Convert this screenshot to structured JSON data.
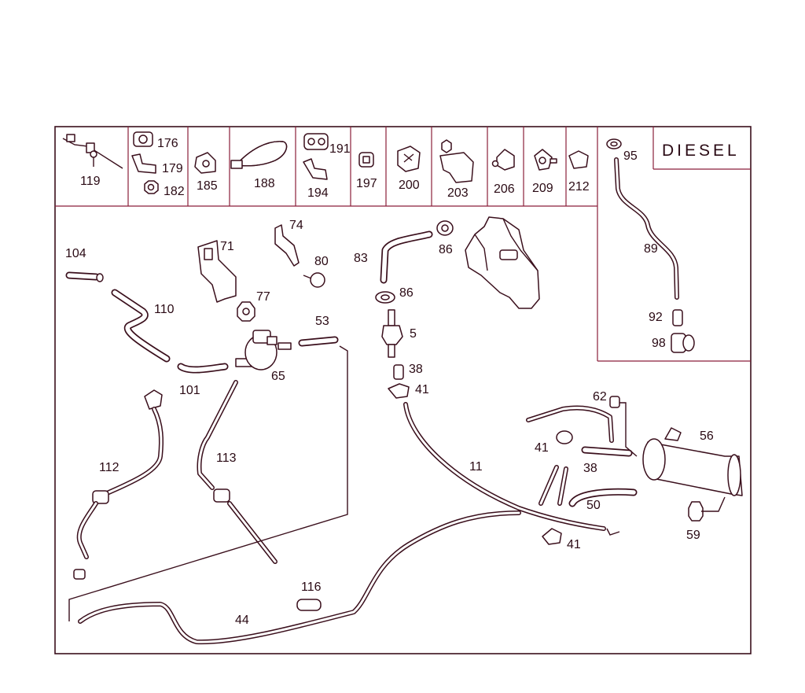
{
  "diagram": {
    "title": "DIESEL",
    "parts": {
      "p119": "119",
      "p176": "176",
      "p179": "179",
      "p182": "182",
      "p185": "185",
      "p188": "188",
      "p191": "191",
      "p194": "194",
      "p197": "197",
      "p200": "200",
      "p203": "203",
      "p206": "206",
      "p209": "209",
      "p212": "212",
      "p95": "95",
      "p89": "89",
      "p92": "92",
      "p98": "98",
      "p104": "104",
      "p110": "110",
      "p101": "101",
      "p71": "71",
      "p74": "74",
      "p80": "80",
      "p77": "77",
      "p53": "53",
      "p65": "65",
      "p83": "83",
      "p86a": "86",
      "p86b": "86",
      "p5": "5",
      "p38a": "38",
      "p41a": "41",
      "p62": "62",
      "p56": "56",
      "p41b": "41",
      "p38b": "38",
      "p50": "50",
      "p59": "59",
      "p41c": "41",
      "p11": "11",
      "p112": "112",
      "p113": "113",
      "p116": "116",
      "p44": "44"
    }
  },
  "colors": {
    "line": "#3a0f1c",
    "accent": "#8a1f3a",
    "background": "#ffffff"
  }
}
